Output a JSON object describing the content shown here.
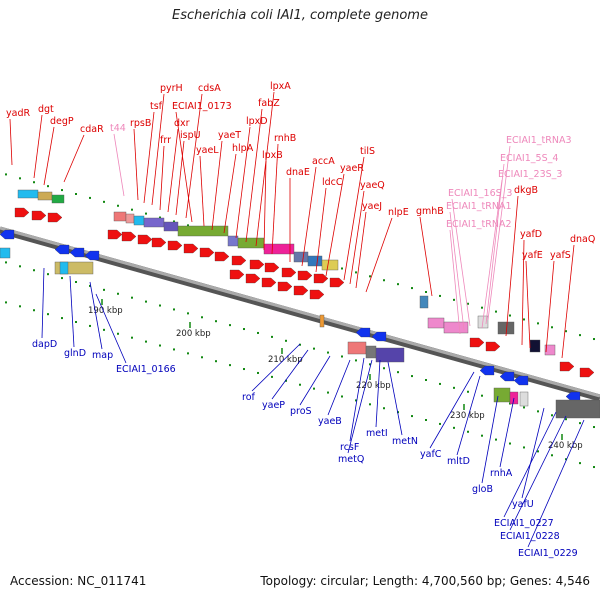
{
  "title": "Escherichia coli IAI1, complete genome",
  "footer": {
    "accession": "Accession: NC_011741",
    "summary": "Topology: circular; Length: 4,700,560 bp; Genes: 4,546"
  },
  "colors": {
    "forward_label": "#dd0000",
    "reverse_label": "#0000bb",
    "rna_label": "#ee88bb",
    "backbone": "#888888",
    "tick": "#118811"
  },
  "axis_ticks": [
    "190 kbp",
    "200 kbp",
    "210 kbp",
    "220 kbp",
    "230 kbp",
    "240 kbp"
  ],
  "top_labels": [
    {
      "text": "yadR",
      "type": "forward"
    },
    {
      "text": "dgt",
      "type": "forward"
    },
    {
      "text": "degP",
      "type": "forward"
    },
    {
      "text": "cdaR",
      "type": "forward"
    },
    {
      "text": "t44",
      "type": "rna"
    },
    {
      "text": "rpsB",
      "type": "forward"
    },
    {
      "text": "tsf",
      "type": "forward"
    },
    {
      "text": "pyrH",
      "type": "forward"
    },
    {
      "text": "frr",
      "type": "forward"
    },
    {
      "text": "dxr",
      "type": "forward"
    },
    {
      "text": "ispU",
      "type": "forward"
    },
    {
      "text": "cdsA",
      "type": "forward"
    },
    {
      "text": "ECIAI1_0173",
      "type": "forward"
    },
    {
      "text": "yaeL",
      "type": "forward"
    },
    {
      "text": "yaeT",
      "type": "forward"
    },
    {
      "text": "hlpA",
      "type": "forward"
    },
    {
      "text": "lpxD",
      "type": "forward"
    },
    {
      "text": "fabZ",
      "type": "forward"
    },
    {
      "text": "lpxA",
      "type": "forward"
    },
    {
      "text": "lpxB",
      "type": "forward"
    },
    {
      "text": "rnhB",
      "type": "forward"
    },
    {
      "text": "dnaE",
      "type": "forward"
    },
    {
      "text": "accA",
      "type": "forward"
    },
    {
      "text": "ldcC",
      "type": "forward"
    },
    {
      "text": "yaeR",
      "type": "forward"
    },
    {
      "text": "tilS",
      "type": "forward"
    },
    {
      "text": "yaeQ",
      "type": "forward"
    },
    {
      "text": "yaeJ",
      "type": "forward"
    },
    {
      "text": "nlpE",
      "type": "forward"
    },
    {
      "text": "gmhB",
      "type": "forward"
    },
    {
      "text": "ECIAI1_tRNA3",
      "type": "rna"
    },
    {
      "text": "ECIAI1_5S_4",
      "type": "rna"
    },
    {
      "text": "ECIAI1_23S_3",
      "type": "rna"
    },
    {
      "text": "ECIAI1_16S_3",
      "type": "rna"
    },
    {
      "text": "ECIAI1_tRNA1",
      "type": "rna"
    },
    {
      "text": "ECIAI1_tRNA2",
      "type": "rna"
    },
    {
      "text": "dkgB",
      "type": "forward"
    },
    {
      "text": "yafD",
      "type": "forward"
    },
    {
      "text": "yafE",
      "type": "forward"
    },
    {
      "text": "yafS",
      "type": "forward"
    },
    {
      "text": "dnaQ",
      "type": "forward"
    }
  ],
  "bottom_labels": [
    {
      "text": "dapD",
      "type": "reverse"
    },
    {
      "text": "glnD",
      "type": "reverse"
    },
    {
      "text": "map",
      "type": "reverse"
    },
    {
      "text": "ECIAI1_0166",
      "type": "reverse"
    },
    {
      "text": "rof",
      "type": "reverse"
    },
    {
      "text": "yaeP",
      "type": "reverse"
    },
    {
      "text": "proS",
      "type": "reverse"
    },
    {
      "text": "yaeB",
      "type": "reverse"
    },
    {
      "text": "rcsF",
      "type": "reverse"
    },
    {
      "text": "metQ",
      "type": "reverse"
    },
    {
      "text": "metI",
      "type": "reverse"
    },
    {
      "text": "metN",
      "type": "reverse"
    },
    {
      "text": "yafC",
      "type": "reverse"
    },
    {
      "text": "mltD",
      "type": "reverse"
    },
    {
      "text": "gloB",
      "type": "reverse"
    },
    {
      "text": "rnhA",
      "type": "reverse"
    },
    {
      "text": "yafU",
      "type": "reverse"
    },
    {
      "text": "ECIAI1_0227",
      "type": "reverse"
    },
    {
      "text": "ECIAI1_0228",
      "type": "reverse"
    },
    {
      "text": "ECIAI1_0229",
      "type": "reverse"
    }
  ]
}
